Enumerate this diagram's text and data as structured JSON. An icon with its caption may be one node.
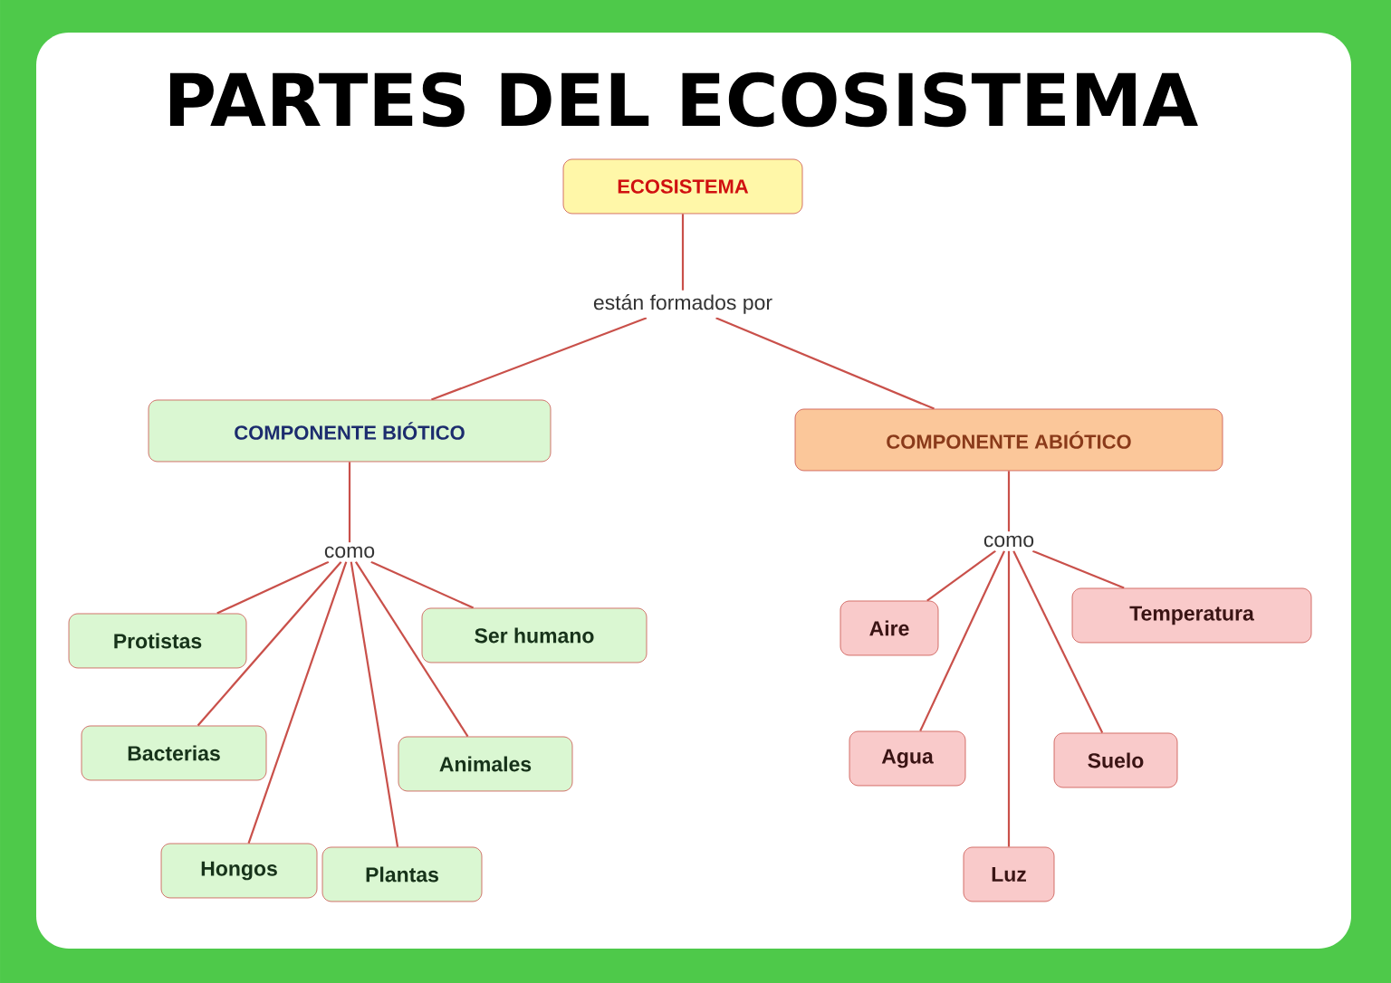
{
  "diagram": {
    "title": "PARTES DEL ECOSISTEMA",
    "nodes": [
      {
        "text": [
          "ECOSISTEMA"
        ]
      },
      {
        "text": [
          "están formados por"
        ]
      },
      {
        "text": [
          "COMPONENTE BIÓTICO"
        ]
      },
      {
        "text": [
          "COMPONENTE ABIÓTICO"
        ]
      },
      {
        "text": [
          "como"
        ]
      },
      {
        "text": [
          "Protistas"
        ]
      },
      {
        "text": [
          "Bacterias"
        ]
      },
      {
        "text": [
          "Hongos"
        ]
      },
      {
        "text": [
          "Plantas"
        ]
      },
      {
        "text": [
          "Animales"
        ]
      },
      {
        "text": [
          "Ser humano"
        ]
      },
      {
        "text": [
          "como"
        ]
      },
      {
        "text": [
          "Aire"
        ]
      },
      {
        "text": [
          "Agua"
        ]
      },
      {
        "text": [
          "Luz"
        ]
      },
      {
        "text": [
          "Suelo"
        ]
      },
      {
        "text": [
          "Temperatura"
        ]
      }
    ],
    "edges": [
      {
        "from": 0,
        "to": 1,
        "arrow": "none"
      },
      {
        "from": 1,
        "to": 2,
        "arrow": "none"
      },
      {
        "from": 1,
        "to": 3,
        "arrow": "none"
      },
      {
        "from": 2,
        "to": 4,
        "arrow": "none"
      },
      {
        "from": 4,
        "to": 5,
        "arrow": "none"
      },
      {
        "from": 4,
        "to": 6,
        "arrow": "none"
      },
      {
        "from": 4,
        "to": 7,
        "arrow": "none"
      },
      {
        "from": 4,
        "to": 8,
        "arrow": "none"
      },
      {
        "from": 4,
        "to": 9,
        "arrow": "none"
      },
      {
        "from": 4,
        "to": 10,
        "arrow": "none"
      },
      {
        "from": 3,
        "to": 11,
        "arrow": "none"
      },
      {
        "from": 11,
        "to": 12,
        "arrow": "none"
      },
      {
        "from": 11,
        "to": 13,
        "arrow": "none"
      },
      {
        "from": 11,
        "to": 14,
        "arrow": "none"
      },
      {
        "from": 11,
        "to": 15,
        "arrow": "none"
      },
      {
        "from": 11,
        "to": 16,
        "arrow": "none"
      }
    ]
  }
}
